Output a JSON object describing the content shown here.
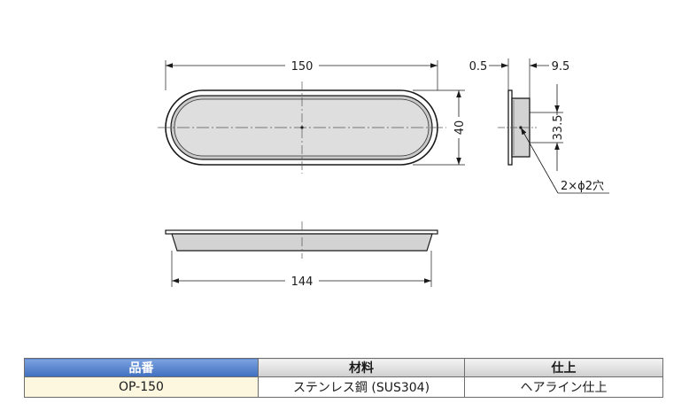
{
  "drawing": {
    "front_view": {
      "overall_width": "150",
      "height": "40"
    },
    "side_view": {
      "flange_thickness": "0.5",
      "depth": "9.5",
      "hole_pitch": "33.5",
      "holes": "2×ϕ2穴"
    },
    "bottom_view": {
      "body_width": "144"
    }
  },
  "spec_table": {
    "headers": [
      "品番",
      "材料",
      "仕上"
    ],
    "rows": [
      [
        "OP-150",
        "ステンレス鋼 (SUS304)",
        "ヘアライン仕上"
      ]
    ]
  },
  "colors": {
    "header_accent": "#4a78c8",
    "first_cell_bg": "#fdf7df",
    "line": "#1a1a1a",
    "inner_fill": "#dadada"
  }
}
